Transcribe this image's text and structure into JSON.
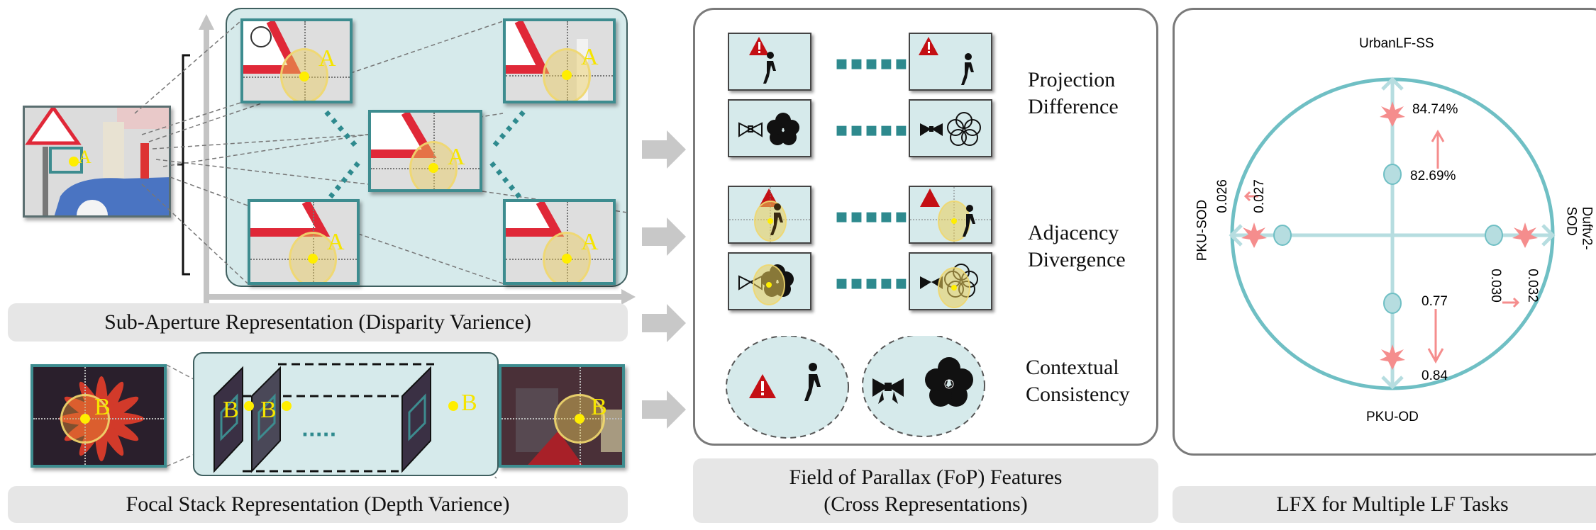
{
  "sub_aperture": {
    "caption": "Sub-Aperture Representation (Disparity Varience)",
    "point_label": "A",
    "views": [
      "top-left",
      "top-right",
      "center",
      "bottom-left",
      "bottom-right"
    ]
  },
  "focal_stack": {
    "caption": "Focal Stack Representation (Depth Varience)",
    "point_label": "B",
    "ellipsis": "·····"
  },
  "fop_features": {
    "caption_line1": "Field of Parallax (FoP) Features",
    "caption_line2": "(Cross Representations)",
    "groups": [
      {
        "label_line1": "Projection",
        "label_line2": "Difference"
      },
      {
        "label_line1": "Adjacency",
        "label_line2": "Divergence"
      },
      {
        "label_line1": "Contextual",
        "label_line2": "Consistency"
      }
    ],
    "ellipsis": "▪▪▪▪▪",
    "icons": [
      "warning-icon",
      "pedestrian-icon",
      "bow-icon",
      "flower-icon"
    ]
  },
  "lfx_tasks": {
    "caption": "LFX for Multiple LF Tasks",
    "accent_color": "#6fbfc4",
    "improve_color": "#f08a8a",
    "axes": {
      "top": "UrbanLF-SS",
      "bottom": "PKU-OD",
      "left": "PKU-SOD",
      "right": "Duftv2-SOD"
    },
    "metrics": {
      "urbanlf_ss": {
        "baseline": "82.69%",
        "lfx": "84.74%"
      },
      "pku_od": {
        "baseline": "0.77",
        "lfx": "0.84"
      },
      "pku_sod": {
        "baseline": "0.027",
        "lfx": "0.026"
      },
      "duftv2_sod": {
        "baseline": "0.030",
        "lfx": "0.032"
      }
    }
  }
}
